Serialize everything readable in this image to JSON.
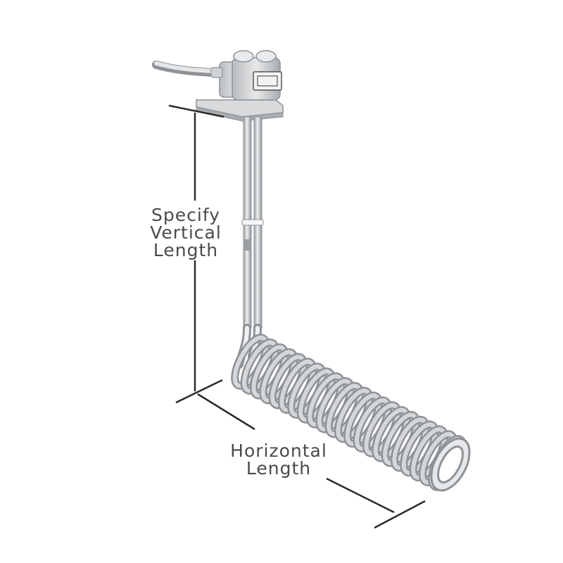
{
  "labels": {
    "vertical": [
      "Specify",
      "Vertical",
      "Length"
    ],
    "horizontal": [
      "Horizontal",
      "Length"
    ]
  },
  "colors": {
    "ink": "#2b2b2b",
    "label": "#4a4a4a",
    "metal": "#d4d6d8",
    "metal_light": "#eef0f1",
    "metal_dark": "#8e9296"
  },
  "coil": {
    "turns": 22
  }
}
